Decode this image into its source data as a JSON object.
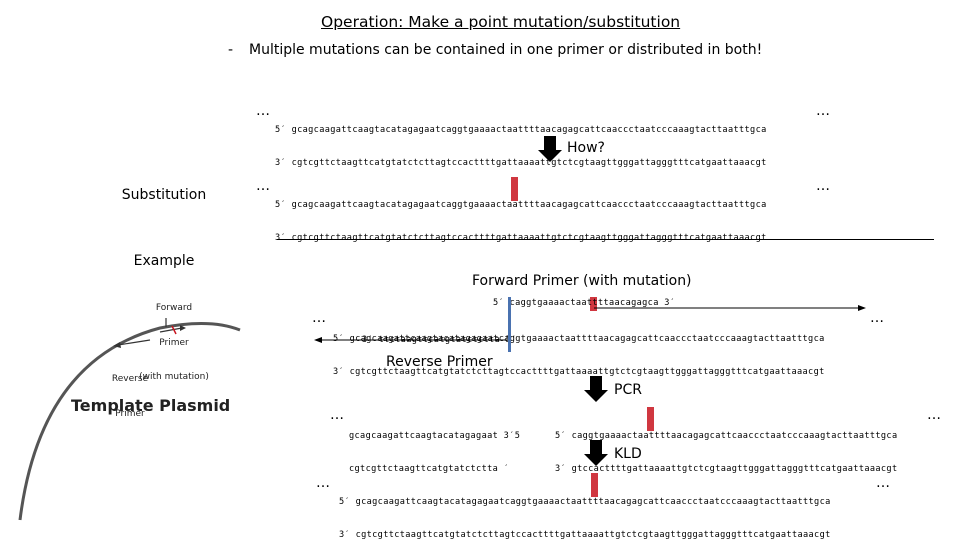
{
  "title": "Operation: Make a point mutation/substitution",
  "subtitle_bullet": "-",
  "subtitle": "Multiple mutations can be contained in one primer or distributed in both!",
  "ellipsis": "…",
  "substitution_example": [
    "Substitution",
    "Example"
  ],
  "how_label": "How?",
  "original_seq": {
    "top": "5′ gcagcaagattcaagtacatagagaatcaggtgaaaactaattttaacagagcattcaaccctaatcccaaagtacttaatttgca",
    "bottom": "3′ cgtcgttctaagttcatgtatctcttagtccacttttgattaaaattgtctcgtaagttgggattagggtttcatgaattaaacgt"
  },
  "mutated_seq": {
    "top": "5′ gcagcaagattcaagtacatagagaatcaggtgaaaactaattttaacagagcattcaaccctaatcccaaagtacttaatttgca",
    "bottom": "3′ cgtcgttctaagttcatgtatctcttagtccacttttgattaaaattgtctcgtaagttgggattagggtttcatgaattaaacgt"
  },
  "forward_primer_title": "Forward Primer (with mutation)",
  "forward_primer_seq": "5′ caggtgaaaactaattttaacagagca 3′",
  "template_seq": {
    "top": "5′ gcagcaagattcaagtacatagagaatcaggtgaaaactaattttaacagagcattcaaccctaatcccaaagtacttaatttgca",
    "bottom": "3′ cgtcgttctaagttcatgtatctcttagtccacttttgattaaaattgtctcgtaagttgggattagggtttcatgaattaaacgt"
  },
  "reverse_primer_seq": "3′ ttctaagttcatgtatctctta 5′",
  "reverse_primer_label": "Reverse Primer",
  "pcr_label": "PCR",
  "pcr_left": {
    "top": "gcagcaagattcaagtacatagagaat 3′5",
    "bottom": "cgtcgttctaagttcatgtatctctta ′"
  },
  "pcr_right": {
    "top": "5′ caggtgaaaactaattttaacagagcattcaaccctaatcccaaagtacttaatttgca",
    "bottom": "3′ gtccacttttgattaaaattgtctcgtaagttgggattagggtttcatgaattaaacgt"
  },
  "kld_label": "KLD",
  "final_seq": {
    "top": "5′ gcagcaagattcaagtacatagagaatcaggtgaaaactaattttaacagagcattcaaccctaatcccaaagtacttaatttgca",
    "bottom": "3′ cgtcgttctaagttcatgtatctcttagtccacttttgattaaaattgtctcgtaagttgggattagggtttcatgaattaaacgt"
  },
  "plasmid": {
    "forward_label": [
      "Forward",
      "Primer",
      "(with mutation)"
    ],
    "reverse_label": [
      "Reverse",
      "Primer"
    ],
    "template_label": "Template Plasmid"
  },
  "colors": {
    "mutation": "#c8141e",
    "primer_marker": "#4a72b0"
  }
}
